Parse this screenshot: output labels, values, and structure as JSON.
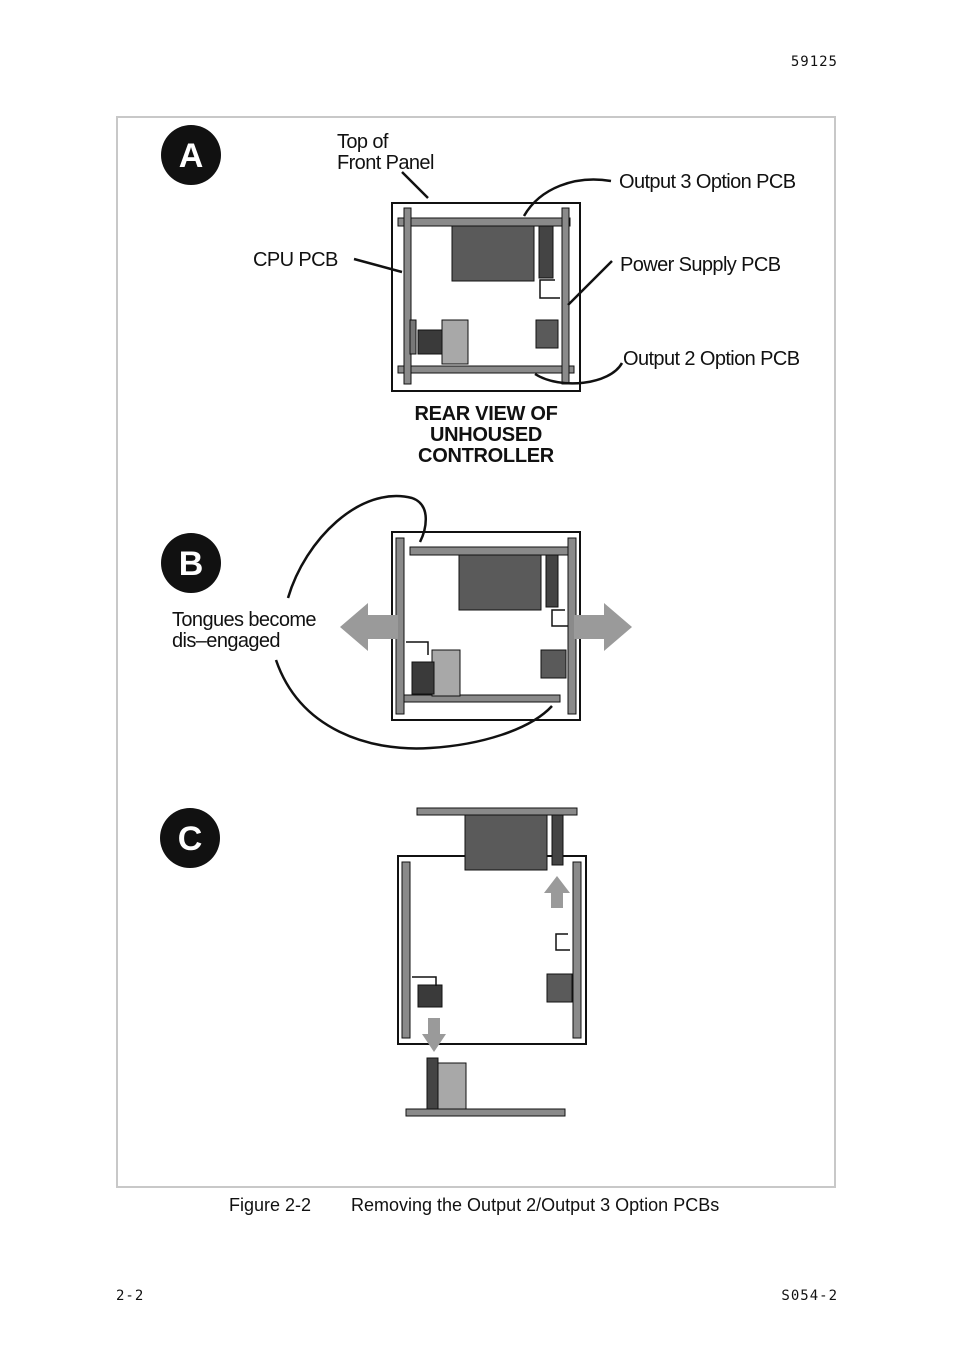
{
  "header": {
    "doc_number": "59125"
  },
  "footer": {
    "page_number": "2-2",
    "doc_code": "S054-2"
  },
  "figure": {
    "caption_number": "Figure 2-2",
    "caption_title": "Removing the Output 2/Output 3 Option PCBs",
    "panel_a": {
      "badge": "A",
      "label_top_line1": "Top of",
      "label_top_line2": "Front Panel",
      "label_output3": "Output 3 Option PCB",
      "label_cpu": "CPU PCB",
      "label_power": "Power Supply PCB",
      "label_output2": "Output 2 Option PCB",
      "title_line1": "REAR VIEW OF",
      "title_line2": "UNHOUSED",
      "title_line3": "CONTROLLER"
    },
    "panel_b": {
      "badge": "B",
      "label_line1": "Tongues become",
      "label_line2": "dis–engaged"
    },
    "panel_c": {
      "badge": "C"
    }
  },
  "colors": {
    "board_dark": "#5a5a5a",
    "board_mid": "#8a8a8a",
    "board_light": "#a8a8a8",
    "arrow": "#9a9a9a",
    "frame": "#c8c8c8"
  }
}
